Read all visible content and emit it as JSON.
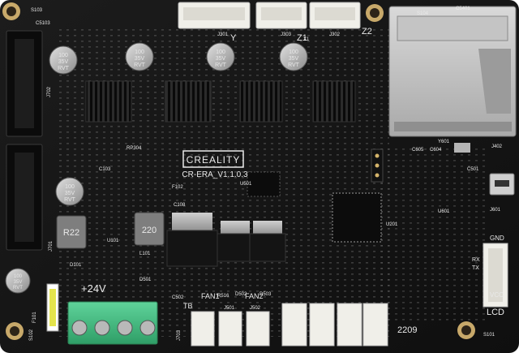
{
  "board": {
    "brand": "CREALITY",
    "model": "CR-ERA_V1.1.0.3",
    "voltage": "+24V",
    "year_code": "2209"
  },
  "axis_labels": [
    "Y",
    "Z1",
    "Z2"
  ],
  "connectors": {
    "fan1": "FAN1",
    "fan2": "FAN2",
    "bed": "TB",
    "lcd": "LCD",
    "gnd": "GND",
    "vcc": "VCC",
    "rx": "RX",
    "tx": "TX"
  },
  "capacitors": [
    {
      "line1": "100",
      "line2": "35V",
      "line3": "RVT"
    },
    {
      "line1": "100",
      "line2": "35V",
      "line3": "RVT"
    },
    {
      "line1": "100",
      "line2": "35V",
      "line3": "RVT"
    },
    {
      "line1": "100",
      "line2": "35V",
      "line3": "RVT"
    },
    {
      "line1": "100",
      "line2": "35V",
      "line3": "RVT"
    },
    {
      "line1": "100",
      "line2": "35V",
      "line3": "RVT"
    }
  ],
  "inductors": [
    "R22",
    "220"
  ],
  "refdes": {
    "j301": "J301",
    "j303": "J303",
    "j302": "J302",
    "s103": "S103",
    "c5103": "C5103",
    "s104": "S104",
    "c5401": "C5401",
    "j702": "J702",
    "j701": "J701",
    "f101": "F101",
    "f102": "F102",
    "u101": "U101",
    "l101": "L101",
    "d101": "D101",
    "d501": "D501",
    "u501": "U501",
    "u601": "U601",
    "u201": "U201",
    "j601": "J601",
    "j402": "J402",
    "j501": "J501",
    "j502": "J502",
    "j703": "J703",
    "s101": "S101",
    "s102": "S102",
    "y601": "Y601",
    "rp304": "RP304",
    "c108": "C108",
    "c103": "C103",
    "c502": "C502",
    "r516": "R516",
    "d502": "D502",
    "d503": "D503",
    "c605": "C605",
    "c604": "C604",
    "c501": "C501",
    "x1": "X1"
  }
}
